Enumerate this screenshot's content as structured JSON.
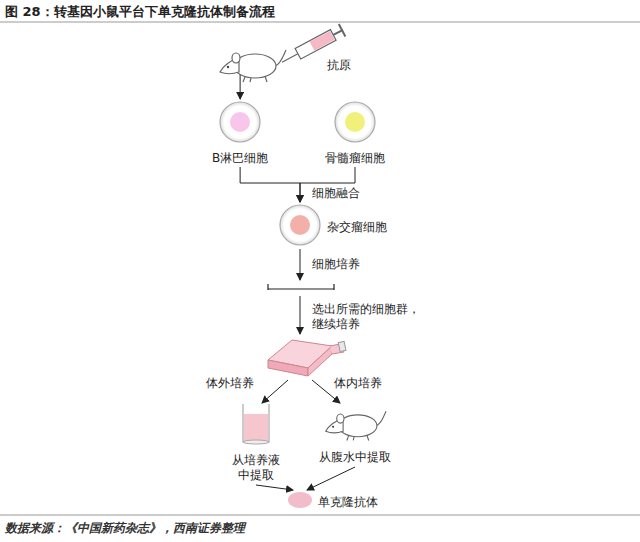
{
  "diagram": {
    "title": "图 28：转基因小鼠平台下单克隆抗体制备流程",
    "caption": "数据来源：《中国新药杂志》，西南证券整理",
    "nodes": [
      {
        "text": [
          "抗原"
        ]
      },
      {
        "text": [
          "B淋巴细胞"
        ]
      },
      {
        "text": [
          "骨髓瘤细胞"
        ]
      },
      {
        "text": [
          "杂交瘤细胞"
        ]
      },
      {
        "text": [
          "从培养液中提取"
        ]
      },
      {
        "text": [
          "从腹水中提取"
        ]
      },
      {
        "text": [
          "单克隆抗体"
        ]
      }
    ],
    "edges": [
      {
        "from": 0,
        "to": 1,
        "arrow": "to"
      },
      {
        "from": 1,
        "to": 3,
        "arrow": "to"
      },
      {
        "from": 2,
        "to": 3,
        "arrow": "to"
      },
      {
        "from": 4,
        "to": 6,
        "arrow": "to"
      },
      {
        "from": 5,
        "to": 6,
        "arrow": "to"
      }
    ],
    "labels": [
      "细胞融合",
      "细胞培养",
      "选出所需的细胞群， 继续培养",
      "体外培养",
      "体内培养"
    ]
  }
}
